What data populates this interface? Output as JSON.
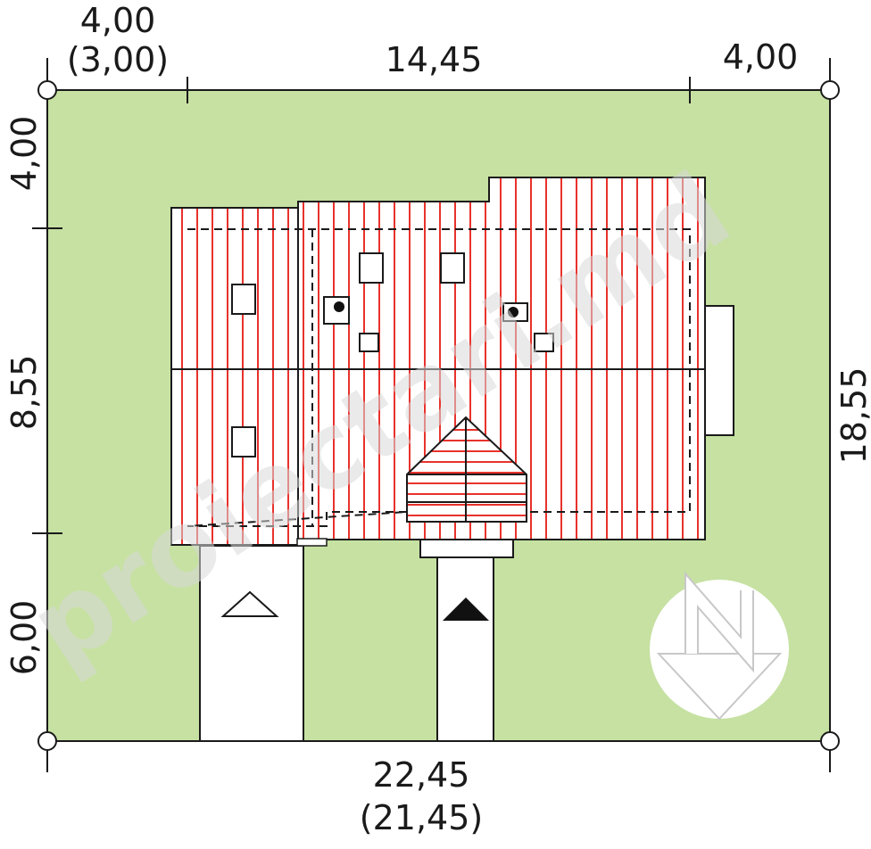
{
  "dimensions": {
    "top_left": "4,00",
    "top_left_alt": "(3,00)",
    "top_center": "14,45",
    "top_right": "4,00",
    "left_top": "4,00",
    "left_middle": "8,55",
    "left_bottom": "6,00",
    "right_total": "18,55",
    "bottom_total": "22,45",
    "bottom_total_alt": "(21,45)"
  },
  "watermark": "proiectari.md",
  "colors": {
    "plot": "#c6e1a2",
    "roof": "#ffffff",
    "roof_stripe": "#e8322c",
    "line": "#1a1a1a",
    "compass": "#ffffff"
  },
  "icons": {
    "entrance_marker_open": "triangle-outline-icon",
    "entrance_marker_filled": "triangle-filled-icon",
    "compass": "north-compass-icon"
  }
}
